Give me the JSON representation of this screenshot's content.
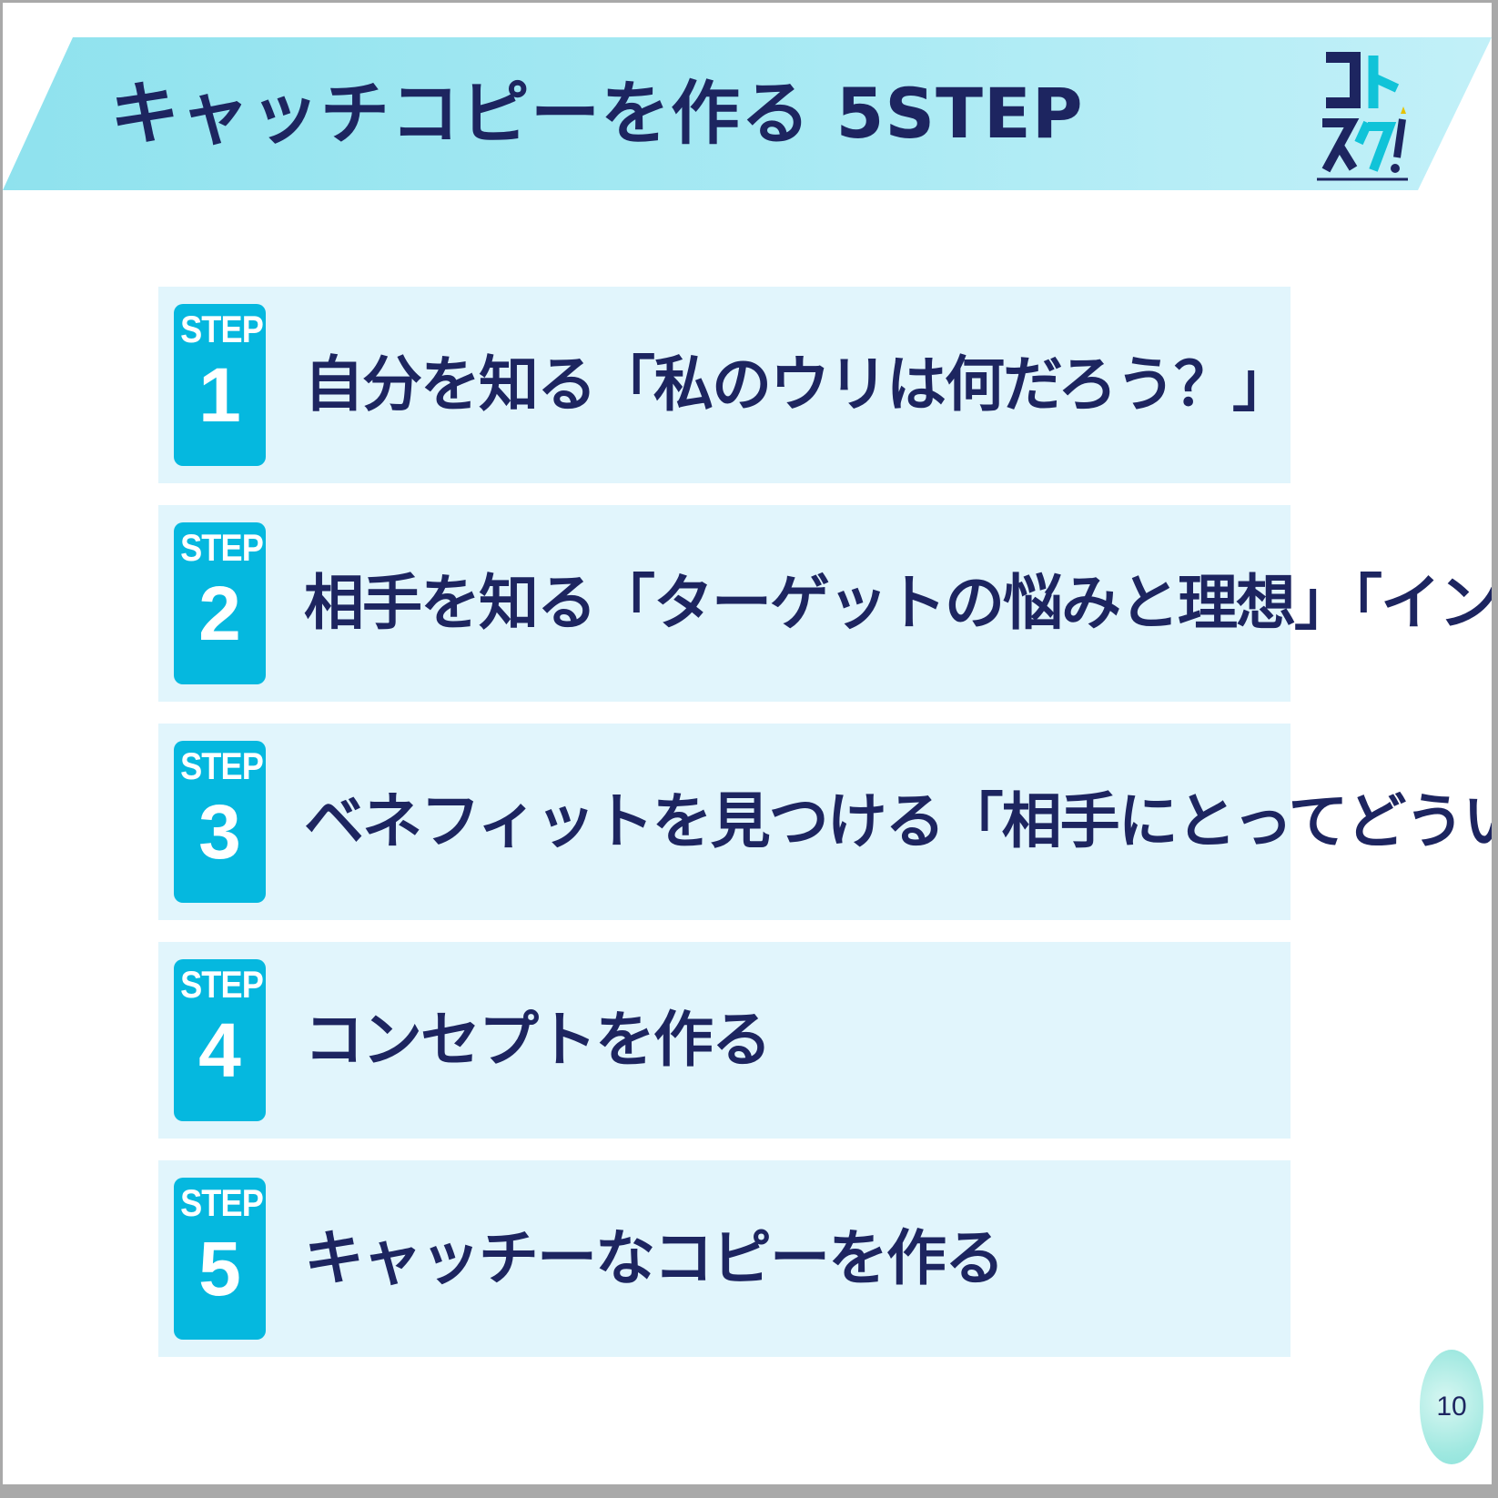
{
  "header": {
    "title": "キャッチコピーを作る 5STEP"
  },
  "steps": [
    {
      "label": "STEP",
      "number": "1",
      "text": "自分を知る「私のウリは何だろう？」"
    },
    {
      "label": "STEP",
      "number": "2",
      "text": "相手を知る「ターゲットの悩みと理想」「インサイト」"
    },
    {
      "label": "STEP",
      "number": "3",
      "text": "ベネフィットを見つける「相手にとってどういいか」"
    },
    {
      "label": "STEP",
      "number": "4",
      "text": "コンセプトを作る"
    },
    {
      "label": "STEP",
      "number": "5",
      "text": "キャッチーなコピーを作る"
    }
  ],
  "footer": {
    "page_number": "10"
  },
  "colors": {
    "title_band": "#a6e9f3",
    "badge": "#05b8df",
    "row_bg": "#e1f5fc",
    "text_dark": "#1d2560"
  },
  "icons": {
    "logo": "kotosuku-logo"
  }
}
